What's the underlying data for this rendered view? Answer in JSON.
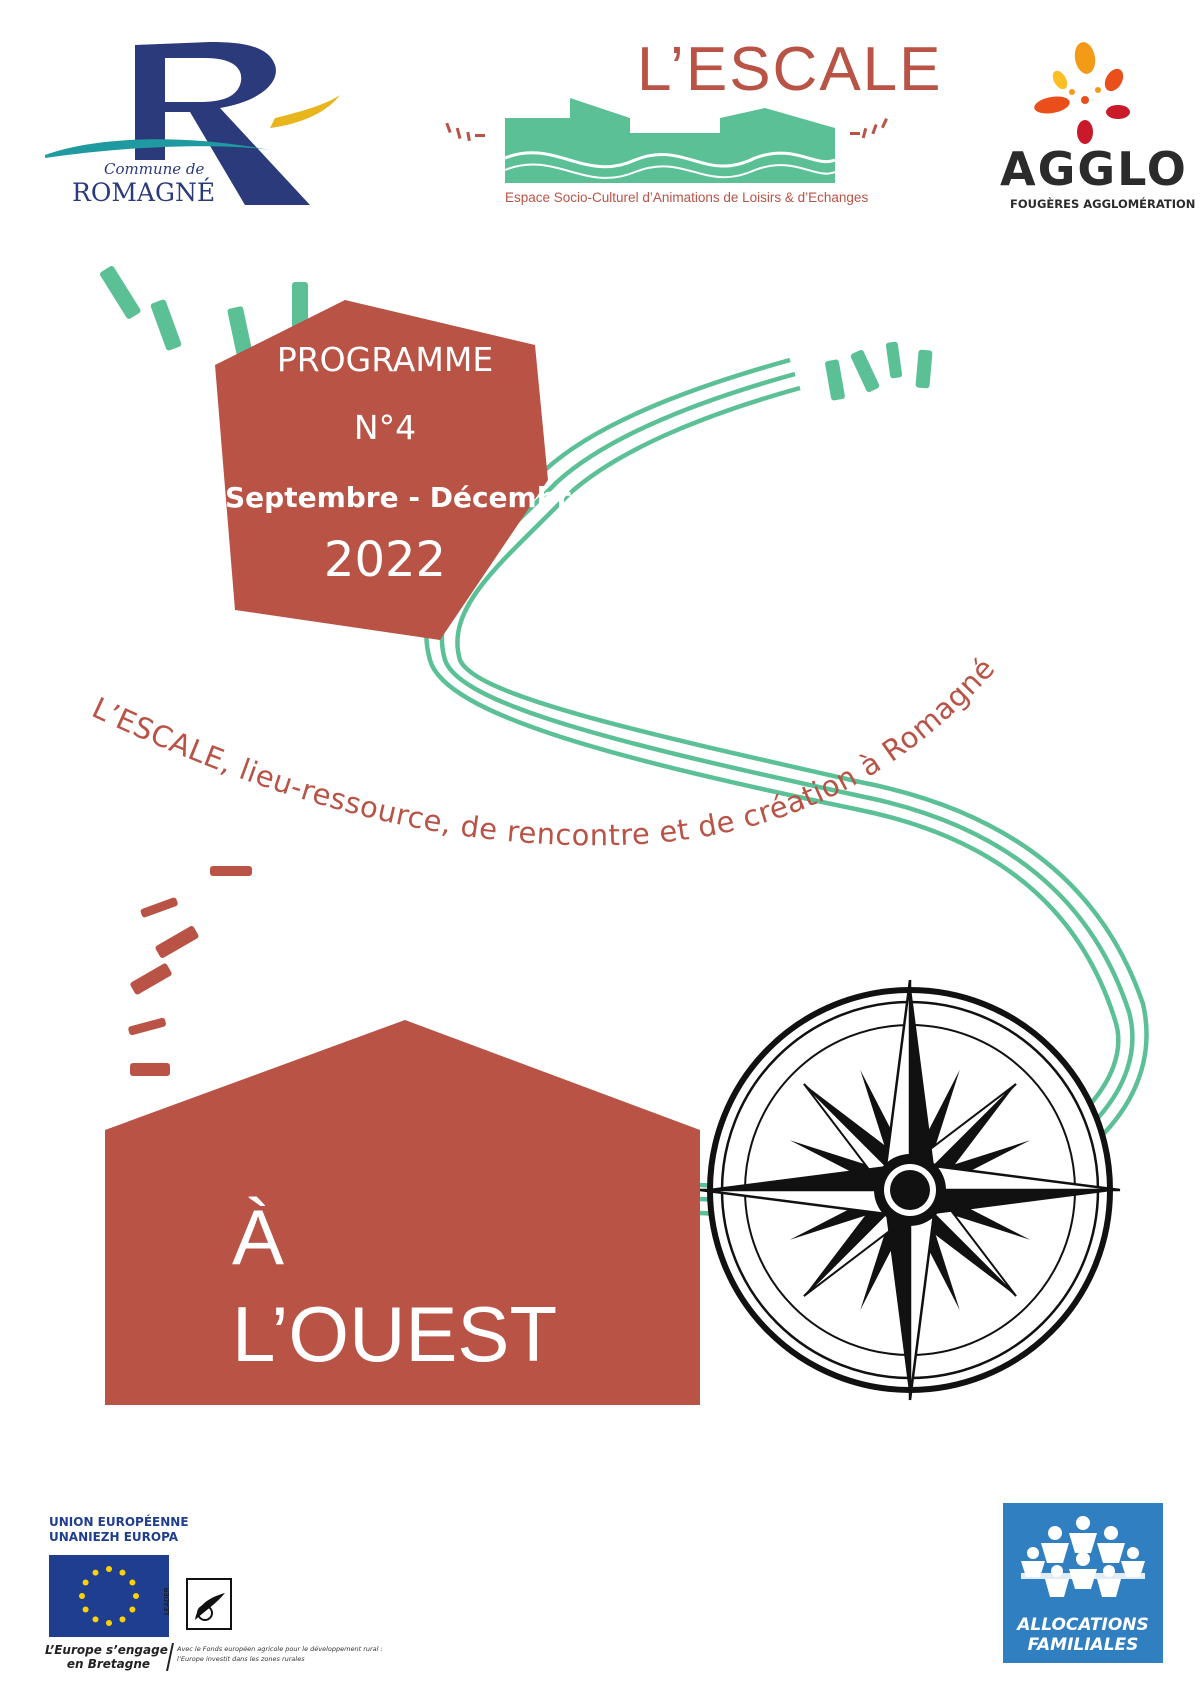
{
  "logos": {
    "romagne": {
      "line1": "Commune de",
      "line2": "ROMAGNÉ"
    },
    "escale": {
      "title": "L’ESCALE",
      "subtitle": "Espace Socio-Culturel d’Animations de Loisirs & d’Echanges"
    },
    "agglo": {
      "word": "AGGLO",
      "subtitle": "FOUGÈRES AGGLOMÉRATION"
    }
  },
  "programme": {
    "label": "PROGRAMME",
    "number": "N°4",
    "period": "Septembre - Décembre",
    "year": "2022"
  },
  "tagline": "L’ESCALE, lieu-ressource, de rencontre et de création à Romagné",
  "headline": {
    "line1": "À",
    "line2": "L’OUEST"
  },
  "footer": {
    "eu_line1": "UNION EUROPÉENNE",
    "eu_line2": "UNANIEZH EUROPA",
    "eu_tag_line1": "L’Europe s’engage",
    "eu_tag_line2": "en Bretagne",
    "leader": "LEADER",
    "eu_note_line1": "Avec le Fonds européen agricole pour le développement rural :",
    "eu_note_line2": "l’Europe investit dans les zones rurales",
    "caf_line1": "ALLOCATIONS",
    "caf_line2": "FAMILIALES"
  },
  "colors": {
    "brick": "#b85346",
    "green": "#5cc096",
    "navy": "#2a3a7a",
    "caf_blue": "#2f7fc1",
    "eu_blue": "#1f3e8f"
  }
}
